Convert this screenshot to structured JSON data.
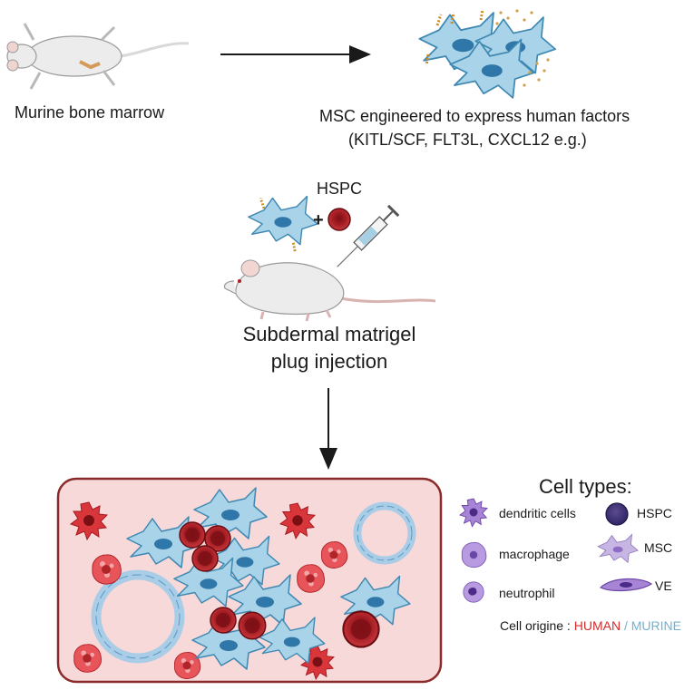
{
  "step1": {
    "label": "Murine bone marrow"
  },
  "step2": {
    "line1": "MSC engineered to express human factors",
    "line2": "(KITL/SCF, FLT3L, CXCL12 e.g.)"
  },
  "step3": {
    "hspc_label": "HSPC",
    "plus": "+",
    "caption_line1": "Subdermal matrigel",
    "caption_line2": "plug injection"
  },
  "legend": {
    "title": "Cell types:",
    "items": [
      "dendritic cells",
      "macrophage",
      "neutrophil",
      "HSPC",
      "MSC",
      "VE"
    ],
    "origin_label": "Cell origine :",
    "origin_human": "HUMAN",
    "origin_sep": "/",
    "origin_murine": "MURINE"
  },
  "colors": {
    "human": "#d32b2b",
    "murine": "#6fb3d2",
    "plug_fill": "#f7d9d9",
    "plug_border": "#8b2a2a",
    "purple": "#8c6bc4"
  },
  "icons": [
    "mouse-icon",
    "msc-cell-icon",
    "hspc-cell-icon",
    "syringe-icon",
    "dendritic-cell-icon",
    "macrophage-icon",
    "neutrophil-icon",
    "vessel-icon"
  ]
}
